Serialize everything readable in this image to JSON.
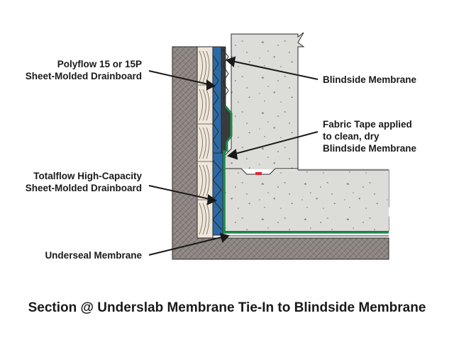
{
  "labels": {
    "polyflow_line1": "Polyflow 15 or 15P",
    "polyflow_line2": "Sheet-Molded Drainboard",
    "blindside": "Blindside Membrane",
    "fabric_line1": "Fabric Tape applied",
    "fabric_line2": "to clean, dry",
    "fabric_line3": "Blindside Membrane",
    "totalflow_line1": "Totalflow High-Capacity",
    "totalflow_line2": "Sheet-Molded Drainboard",
    "underseal": "Underseal Membrane"
  },
  "caption": "Section @ Underslab Membrane Tie-In to Blindside Membrane",
  "colors": {
    "soil": "#8e8682",
    "concrete": "#dcdcd8",
    "drainboard": "#2b6aa6",
    "membrane": "#1f8a4c",
    "tape": "#e0262a",
    "wood": "#efe7db",
    "outline": "#2a2a2a"
  }
}
